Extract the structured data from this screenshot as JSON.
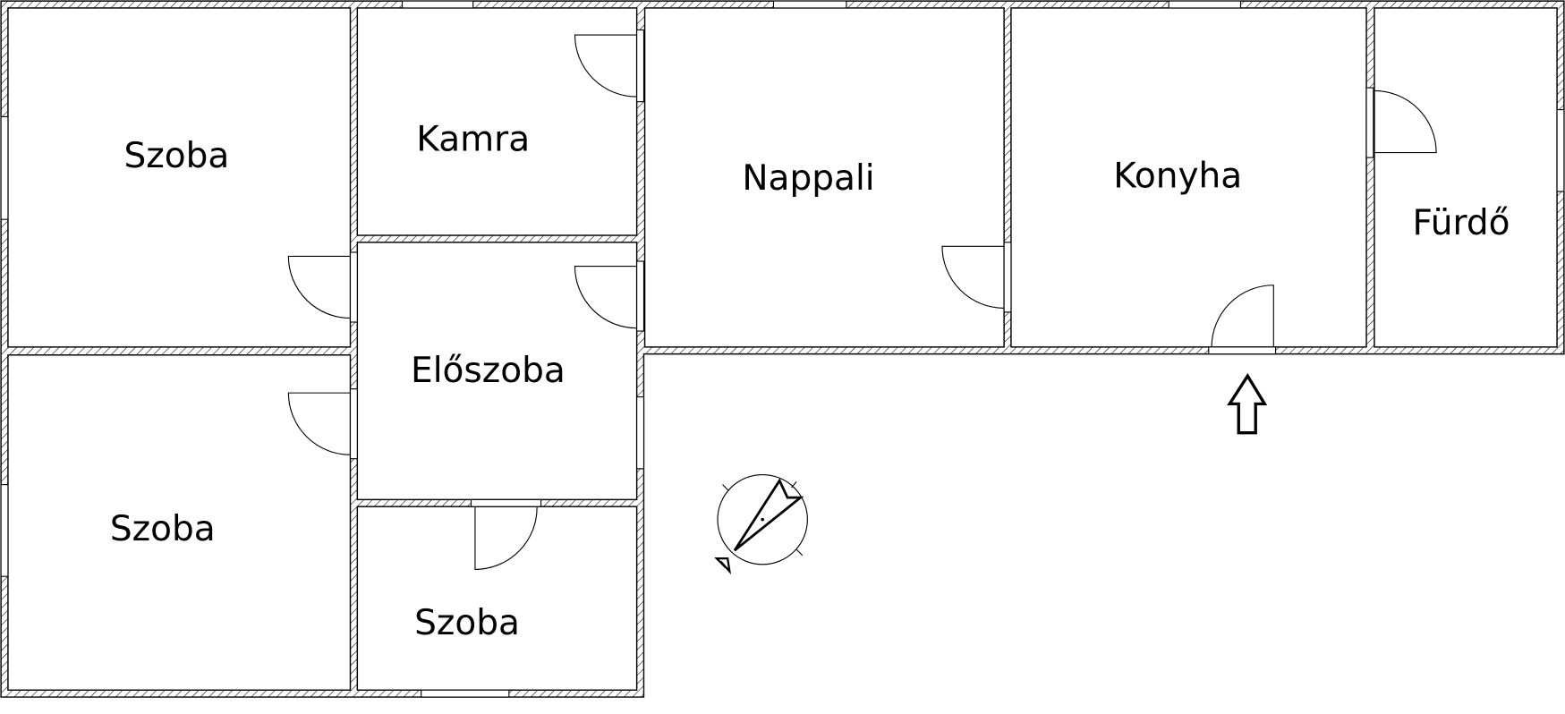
{
  "plan": {
    "rooms": {
      "szoba_top_left": "Szoba",
      "kamra": "Kamra",
      "eloszoba": "Előszoba",
      "szoba_bottom_left": "Szoba",
      "szoba_small": "Szoba",
      "nappali": "Nappali",
      "konyha": "Konyha",
      "furdo": "Fürdő"
    },
    "icons": [
      "entrance-arrow-icon",
      "north-compass-icon"
    ],
    "colors": {
      "line": "#000000",
      "background": "#ffffff"
    }
  }
}
